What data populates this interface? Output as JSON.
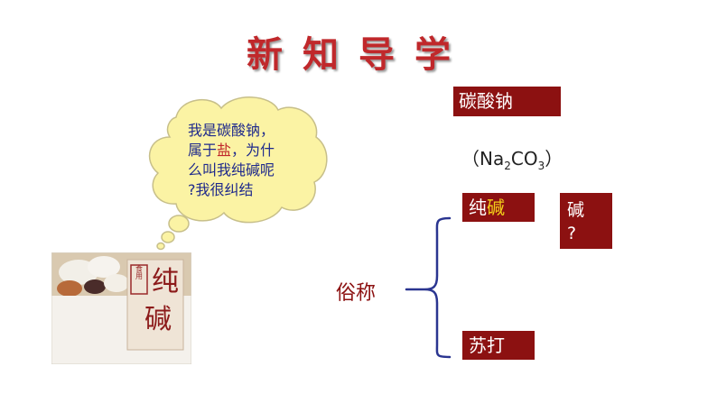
{
  "title": "新知导学",
  "bubble": {
    "line1": "我是碳酸钠，",
    "line2_pre": "属于",
    "line2_salt": "盐",
    "line2_post": "，为什",
    "line3": "么叫我纯碱呢",
    "line4": "?我很纠结"
  },
  "name_box": "碳酸钠",
  "formula": {
    "open": "（Na",
    "sub1": "2",
    "mid": "CO",
    "sub2": "3",
    "close": "）"
  },
  "nickname_label": "俗称",
  "chun_box": {
    "part1": "纯",
    "part2": "碱"
  },
  "jian_box": {
    "line1": "碱",
    "line2": "?"
  },
  "sudai_box": "苏打",
  "package": {
    "big1": "纯",
    "big2": "碱",
    "tag": "食用"
  },
  "colors": {
    "title": "#c0282b",
    "box": "#8c1111",
    "accent": "#f4d11a",
    "bubble_fill": "#fbf3a4",
    "bubble_text": "#1f2a8c",
    "brace": "#2a3590"
  }
}
